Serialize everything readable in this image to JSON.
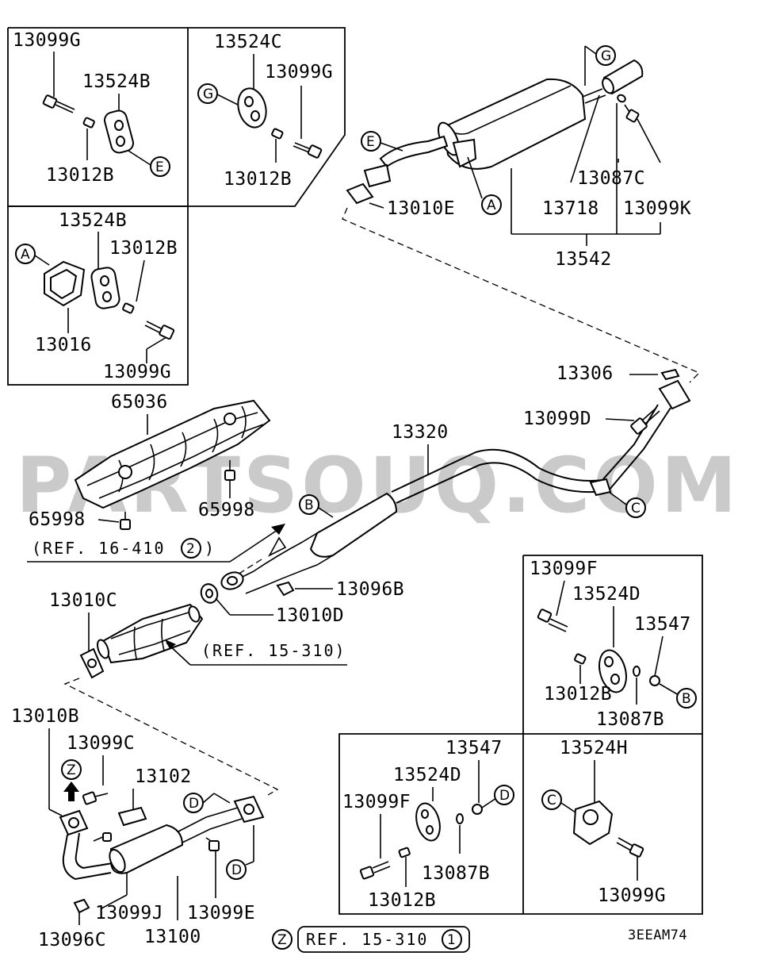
{
  "watermark": "PARTSOUQ.COM",
  "diagram_code": "3EEAM74",
  "part_numbers": {
    "p13099G_a": "13099G",
    "p13524B_a": "13524B",
    "p13012B_a": "13012B",
    "p13524C": "13524C",
    "p13099G_b": "13099G",
    "p13012B_b": "13012B",
    "p13524B_b": "13524B",
    "p13012B_c": "13012B",
    "p13016": "13016",
    "p13099G_c": "13099G",
    "p13087C": "13087C",
    "p13718": "13718",
    "p13099K": "13099K",
    "p13542": "13542",
    "p13010E": "13010E",
    "p13306": "13306",
    "p13099D": "13099D",
    "p13320": "13320",
    "p65036": "65036",
    "p65998_a": "65998",
    "p65998_b": "65998",
    "p13096B": "13096B",
    "p13010C": "13010C",
    "p13010D": "13010D",
    "p13099F_a": "13099F",
    "p13524D_a": "13524D",
    "p13547_a": "13547",
    "p13012B_d": "13012B",
    "p13087B_a": "13087B",
    "p13010B": "13010B",
    "p13099C": "13099C",
    "p13102": "13102",
    "p13099J": "13099J",
    "p13099E": "13099E",
    "p13096C": "13096C",
    "p13100": "13100",
    "p13547_b": "13547",
    "p13524D_b": "13524D",
    "p13099F_b": "13099F",
    "p13087B_b": "13087B",
    "p13012B_e": "13012B",
    "p13524H": "13524H",
    "p13099G_d": "13099G"
  },
  "references": {
    "ref_16_410": "(REF. 16-410",
    "ref_16_410_num": "2",
    "ref_15_310_a": "(REF. 15-310)",
    "ref_15_310_b": "REF. 15-310",
    "ref_15_310_b_num": "1"
  },
  "callouts": {
    "A": "A",
    "B": "B",
    "C": "C",
    "D": "D",
    "E": "E",
    "G": "G",
    "Z": "Z"
  }
}
